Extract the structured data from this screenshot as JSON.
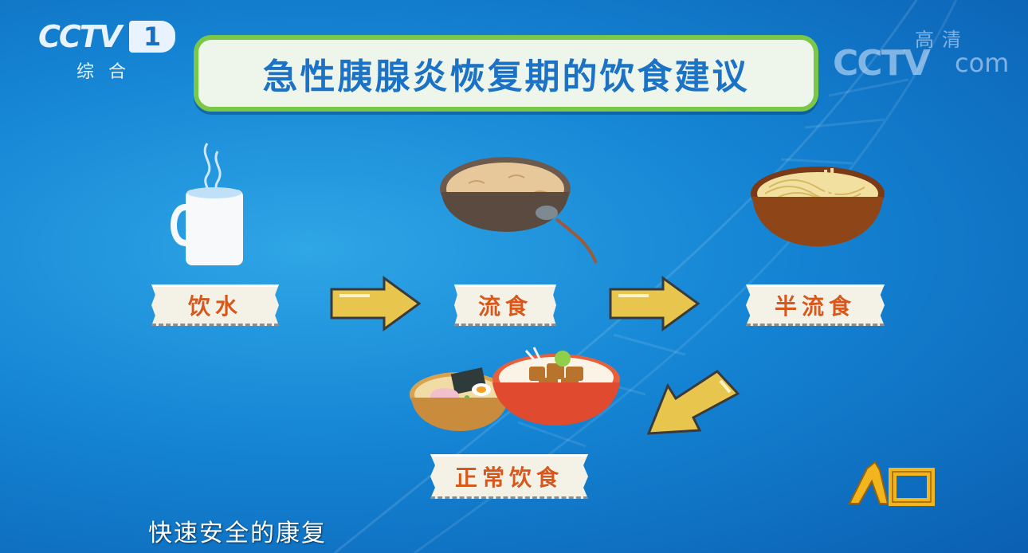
{
  "channel": {
    "logo_text": "CCTV",
    "number": "1",
    "name": "综合",
    "watermark_logo": "CCTV",
    "watermark_domain": "com",
    "watermark_hd": "高清"
  },
  "title": "急性胰腺炎恢复期的饮食建议",
  "steps": {
    "water": "饮水",
    "liquid": "流食",
    "semi_liquid": "半流食",
    "normal": "正常饮食"
  },
  "subtitle": "快速安全的康复",
  "show_logo": "人口",
  "colors": {
    "title_text": "#1c72c4",
    "title_border": "#79c84a",
    "label_text": "#d8571a",
    "arrow_fill": "#e8c64e"
  },
  "icons": [
    "cup-icon",
    "porridge-bowl-icon",
    "noodle-bowl-icon",
    "ramen-bowl-icon",
    "rice-bowl-icon",
    "arrow-right-icon",
    "arrow-down-left-icon"
  ]
}
